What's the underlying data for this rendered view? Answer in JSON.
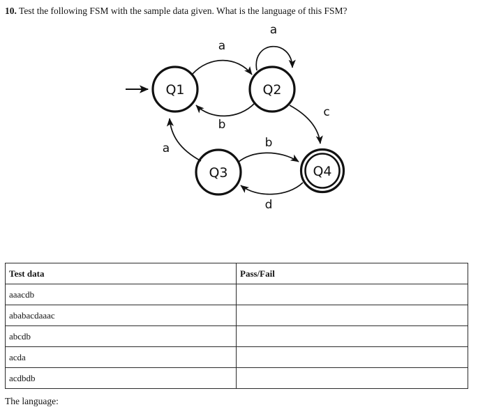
{
  "question": {
    "number": "10.",
    "text": "Test the following FSM with the sample data given. What is the language of this FSM?"
  },
  "fsm": {
    "states": [
      {
        "id": "Q1",
        "label": "Q1",
        "accepting": false,
        "start": true
      },
      {
        "id": "Q2",
        "label": "Q2",
        "accepting": false,
        "start": false
      },
      {
        "id": "Q3",
        "label": "Q3",
        "accepting": false,
        "start": false
      },
      {
        "id": "Q4",
        "label": "Q4",
        "accepting": true,
        "start": false
      }
    ],
    "transitions": [
      {
        "from": "Q1",
        "to": "Q2",
        "label": "a"
      },
      {
        "from": "Q2",
        "to": "Q2",
        "label": "a"
      },
      {
        "from": "Q2",
        "to": "Q1",
        "label": "b"
      },
      {
        "from": "Q2",
        "to": "Q4",
        "label": "c"
      },
      {
        "from": "Q3",
        "to": "Q1",
        "label": "a"
      },
      {
        "from": "Q3",
        "to": "Q4",
        "label": "b"
      },
      {
        "from": "Q4",
        "to": "Q3",
        "label": "d"
      }
    ],
    "labels": {
      "q1_q2_a": "a",
      "q2_self_a": "a",
      "q2_q1_b": "b",
      "q2_q4_c": "c",
      "q3_q1_a": "a",
      "q3_q4_b": "b",
      "q4_q3_d": "d"
    }
  },
  "table": {
    "headers": [
      "Test data",
      "Pass/Fail"
    ],
    "rows": [
      {
        "test_data": "aaacdb",
        "pass_fail": ""
      },
      {
        "test_data": "ababacdaaac",
        "pass_fail": ""
      },
      {
        "test_data": "abcdb",
        "pass_fail": ""
      },
      {
        "test_data": "acda",
        "pass_fail": ""
      },
      {
        "test_data": "acdbdb",
        "pass_fail": ""
      }
    ]
  },
  "footer": {
    "language_prompt": "The language:"
  },
  "colors": {
    "ink": "#141414",
    "diagram_stroke": "#111111",
    "table_border": "#2b2b2b",
    "page_background": "#ffffff"
  }
}
